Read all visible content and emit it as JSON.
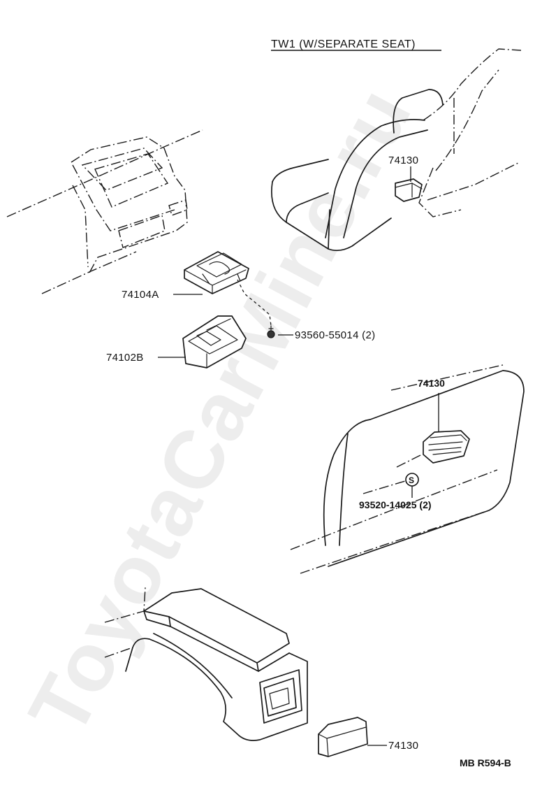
{
  "title": "TW1 (W/SEPARATE SEAT)",
  "watermark": "ToyotaCarMine.ru",
  "reference_code": "MB R594-B",
  "callouts": [
    {
      "id": "74130-seat",
      "text": "74130"
    },
    {
      "id": "74104A",
      "text": "74104A"
    },
    {
      "id": "93560",
      "text": "93560-55014 (2)"
    },
    {
      "id": "74102B",
      "text": "74102B"
    },
    {
      "id": "74130-rear",
      "text": "74130"
    },
    {
      "id": "93520",
      "text": "93520-14025 (2)"
    },
    {
      "id": "74130-console",
      "text": "74130"
    }
  ],
  "screw_symbol": "S"
}
